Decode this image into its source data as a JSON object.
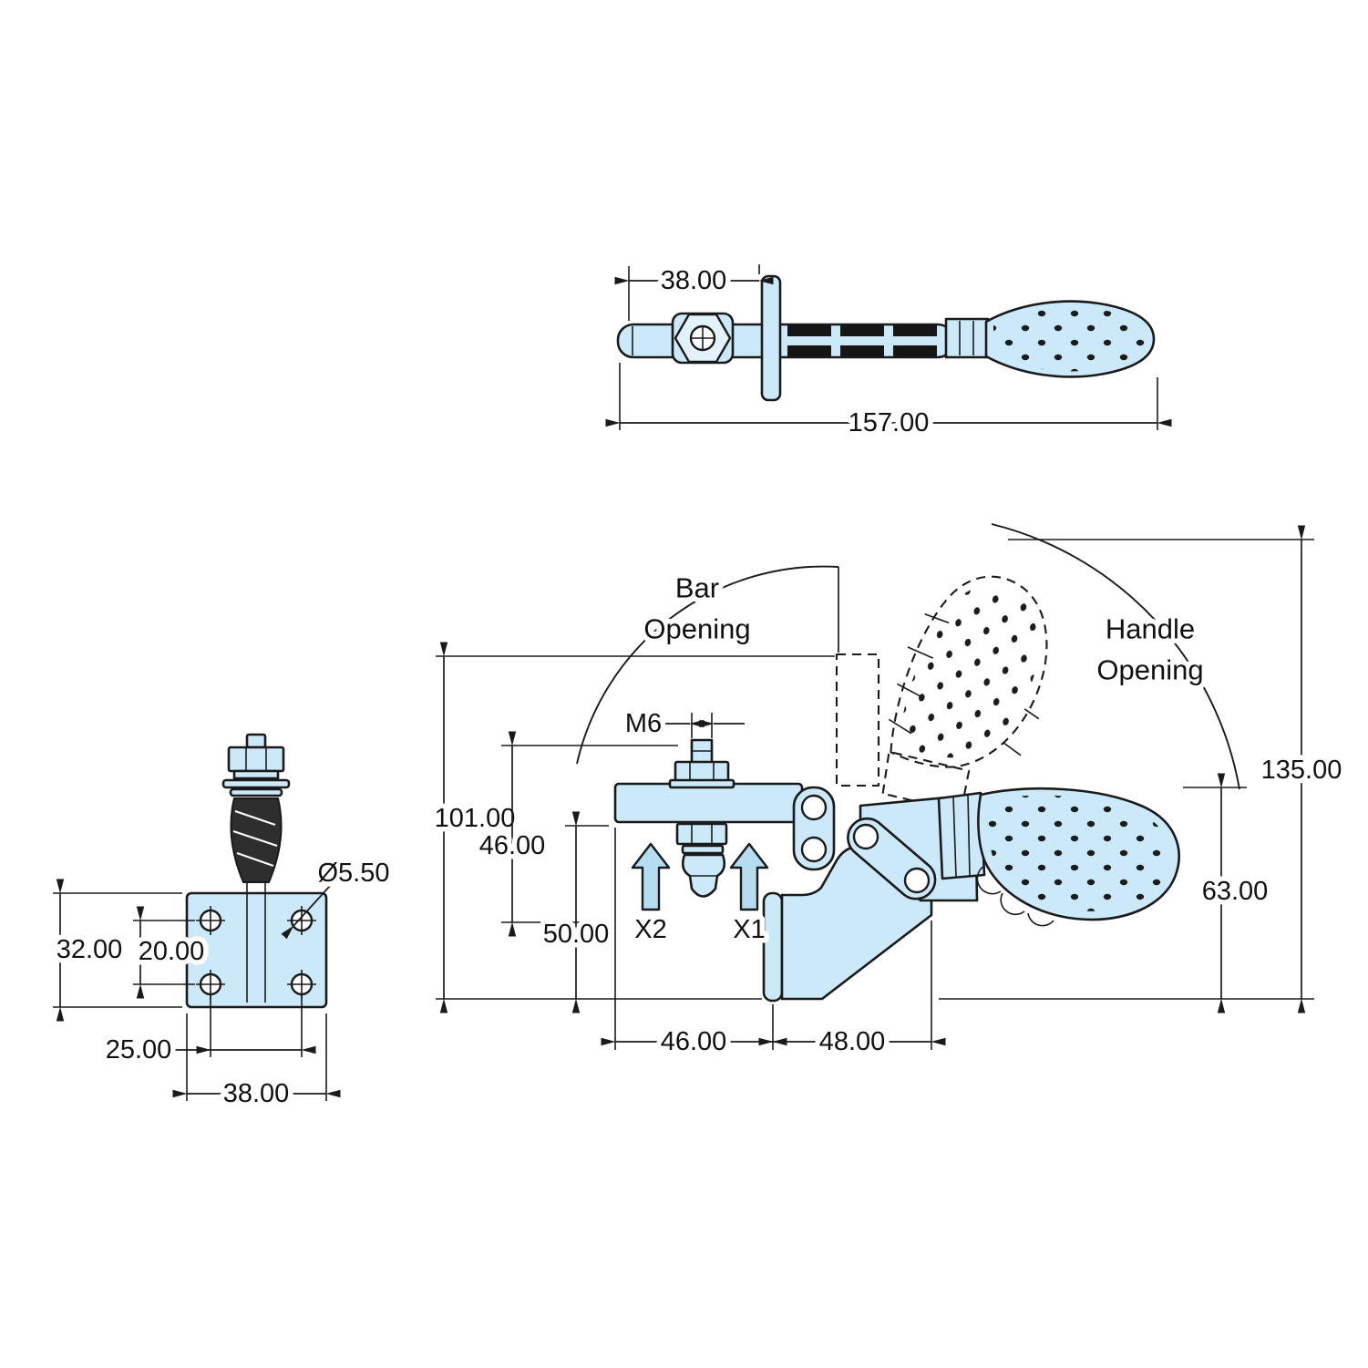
{
  "drawing_title": "Horizontal toggle clamp dimensioned drawing",
  "views": {
    "top": {
      "dim_width_38": "38.00",
      "dim_length_157": "157.00"
    },
    "side": {
      "dim_plate_height_32": "32.00",
      "dim_hole_row_spacing_20": "20.00",
      "dim_hole_col_spacing_25": "25.00",
      "dim_plate_width_38": "38.00",
      "dim_hole_diameter": "Ø5.50"
    },
    "front": {
      "label_bar_opening_line1": "Bar",
      "label_bar_opening_line2": "Opening",
      "label_handle_opening_line1": "Handle",
      "label_handle_opening_line2": "Opening",
      "dim_spindle_thread": "M6",
      "dim_total_height_101": "101.00",
      "dim_vertical_46": "46.00",
      "dim_bar_height_50": "50.00",
      "label_x2": "X2",
      "label_x1": "X1",
      "dim_horizontal_46": "46.00",
      "dim_horizontal_48": "48.00",
      "dim_handle_height_63": "63.00",
      "dim_open_height_135": "135.00"
    }
  },
  "colors": {
    "body_fill": "#cbe9f8",
    "outline": "#1a1a1a",
    "block_arrow_fill": "#b5ddf2",
    "background": "#ffffff"
  }
}
